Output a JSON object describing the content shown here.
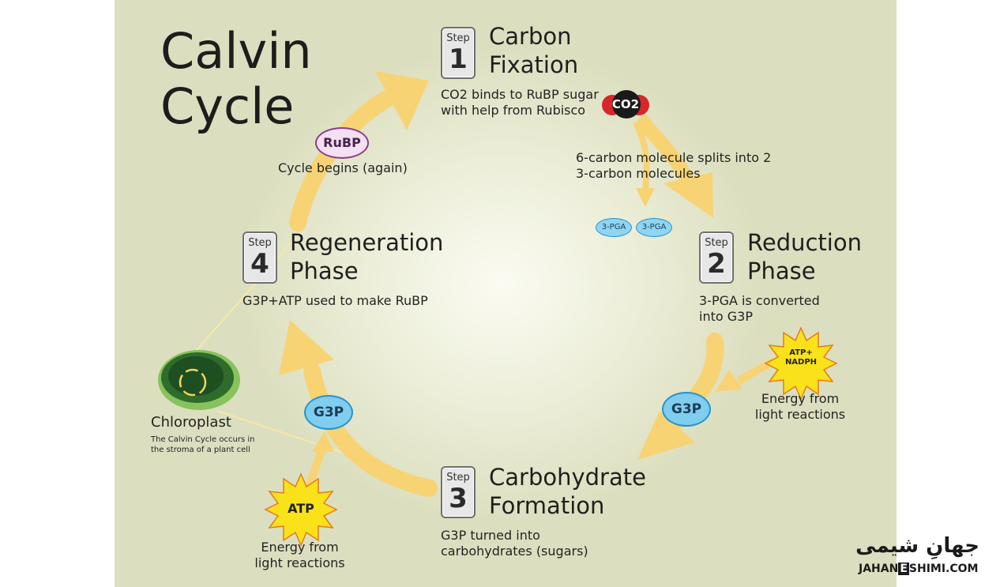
{
  "title": {
    "line1": "Calvin",
    "line2": "Cycle"
  },
  "step_word": "Step",
  "steps": [
    {
      "number": "1",
      "heading_1": "Carbon",
      "heading_2": "Fixation",
      "desc_1": "CO2 binds to RuBP sugar",
      "desc_2": "with help from Rubisco"
    },
    {
      "number": "2",
      "heading_1": "Reduction",
      "heading_2": "Phase",
      "desc_1": "3-PGA is converted",
      "desc_2": "into G3P"
    },
    {
      "number": "3",
      "heading_1": "Carbohydrate",
      "heading_2": "Formation",
      "desc_1": "G3P turned into",
      "desc_2": "carbohydrates (sugars)"
    },
    {
      "number": "4",
      "heading_1": "Regeneration",
      "heading_2": "Phase",
      "desc_1": "G3P+ATP used to make RuBP"
    }
  ],
  "co2": "CO2",
  "split_text": {
    "line1": "6-carbon molecule splits into 2",
    "line2": "3-carbon molecules"
  },
  "pga_label": "3-PGA",
  "g3p_label": "G3P",
  "rubp": {
    "label": "RuBP",
    "caption": "Cycle begins (again)"
  },
  "atp_nadph": {
    "line1": "ATP+",
    "line2": "NADPH"
  },
  "atp": {
    "label": "ATP"
  },
  "energy_text": {
    "line1": "Energy from",
    "line2": "light reactions"
  },
  "chloroplast": {
    "title": "Chloroplast",
    "desc_1": "The Calvin Cycle occurs in",
    "desc_2": "the stroma of a plant cell"
  },
  "watermark": {
    "arabic": "جهانِ شیمی",
    "latin_1": "JAHAN",
    "latin_e": "E",
    "latin_2": "SHIMI.COM"
  },
  "colors": {
    "arrow": "#f7d374",
    "g3p_fill": "#7fcdef",
    "rubp_fill": "#f4dff3",
    "star": "#f9e21a",
    "chloroplast": "#4f9a3a",
    "co2_red": "#d8262b"
  }
}
